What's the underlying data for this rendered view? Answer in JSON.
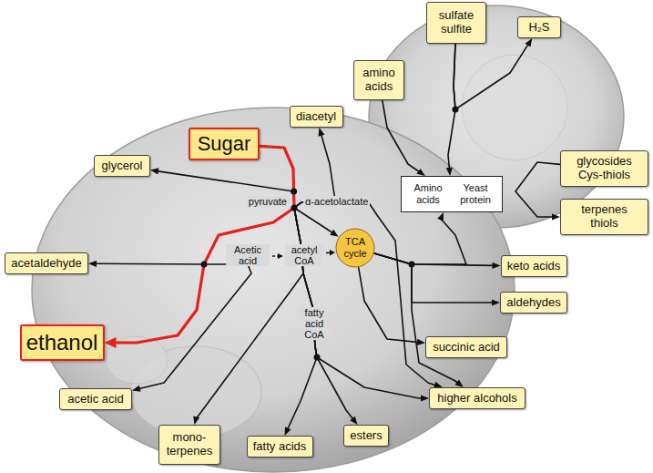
{
  "diagram": {
    "nodes": [
      {
        "text": [
          "sulfate sulfite"
        ]
      },
      {
        "text": [
          "H₂S"
        ]
      },
      {
        "text": [
          "amino acids"
        ]
      },
      {
        "text": [
          "diacetyl"
        ]
      },
      {
        "text": [
          "Sugar"
        ]
      },
      {
        "text": [
          "glycerol"
        ]
      },
      {
        "text": [
          "glycosides Cys-thiols"
        ]
      },
      {
        "text": [
          "Amino acids",
          "Yeast protein"
        ]
      },
      {
        "text": [
          "terpenes thiols"
        ]
      },
      {
        "text": [
          "acetaldehyde"
        ]
      },
      {
        "text": [
          "TCA cycle"
        ]
      },
      {
        "text": [
          "keto acids"
        ]
      },
      {
        "text": [
          "aldehydes"
        ]
      },
      {
        "text": [
          "ethanol"
        ]
      },
      {
        "text": [
          "succinic acid"
        ]
      },
      {
        "text": [
          "acetic acid"
        ]
      },
      {
        "text": [
          "higher alcohols"
        ]
      },
      {
        "text": [
          "mono-terpenes"
        ]
      },
      {
        "text": [
          "fatty acids"
        ]
      },
      {
        "text": [
          "esters"
        ]
      }
    ],
    "edges": [
      {
        "from": 4,
        "to": 13,
        "arrow": "to"
      },
      {
        "from": 4,
        "to": 5,
        "arrow": "to"
      },
      {
        "from": 4,
        "to": 3,
        "arrow": "to"
      },
      {
        "from": 4,
        "to": 16,
        "arrow": "to"
      },
      {
        "from": 4,
        "to": 10,
        "arrow": "to"
      },
      {
        "from": 4,
        "to": 9,
        "arrow": "to"
      },
      {
        "from": 4,
        "to": 15,
        "arrow": "to"
      },
      {
        "from": 4,
        "to": 17,
        "arrow": "to"
      },
      {
        "from": 4,
        "to": 18,
        "arrow": "to"
      },
      {
        "from": 4,
        "to": 19,
        "arrow": "to"
      },
      {
        "from": 4,
        "to": 16,
        "arrow": "to"
      },
      {
        "from": 10,
        "to": 11,
        "arrow": "to"
      },
      {
        "from": 10,
        "to": 12,
        "arrow": "to"
      },
      {
        "from": 10,
        "to": 16,
        "arrow": "to"
      },
      {
        "from": 10,
        "to": 14,
        "arrow": "to"
      },
      {
        "from": 10,
        "to": 7,
        "arrow": "to"
      },
      {
        "from": 2,
        "to": 7,
        "arrow": "to"
      },
      {
        "from": 0,
        "to": 1,
        "arrow": "to"
      },
      {
        "from": 0,
        "to": 7,
        "arrow": "to"
      },
      {
        "from": 6,
        "to": 8,
        "arrow": "to"
      }
    ],
    "labels": [
      "pyruvate",
      "α-acetolactate",
      "Acetic acid",
      "acetyl CoA",
      "fatty acid CoA"
    ]
  }
}
